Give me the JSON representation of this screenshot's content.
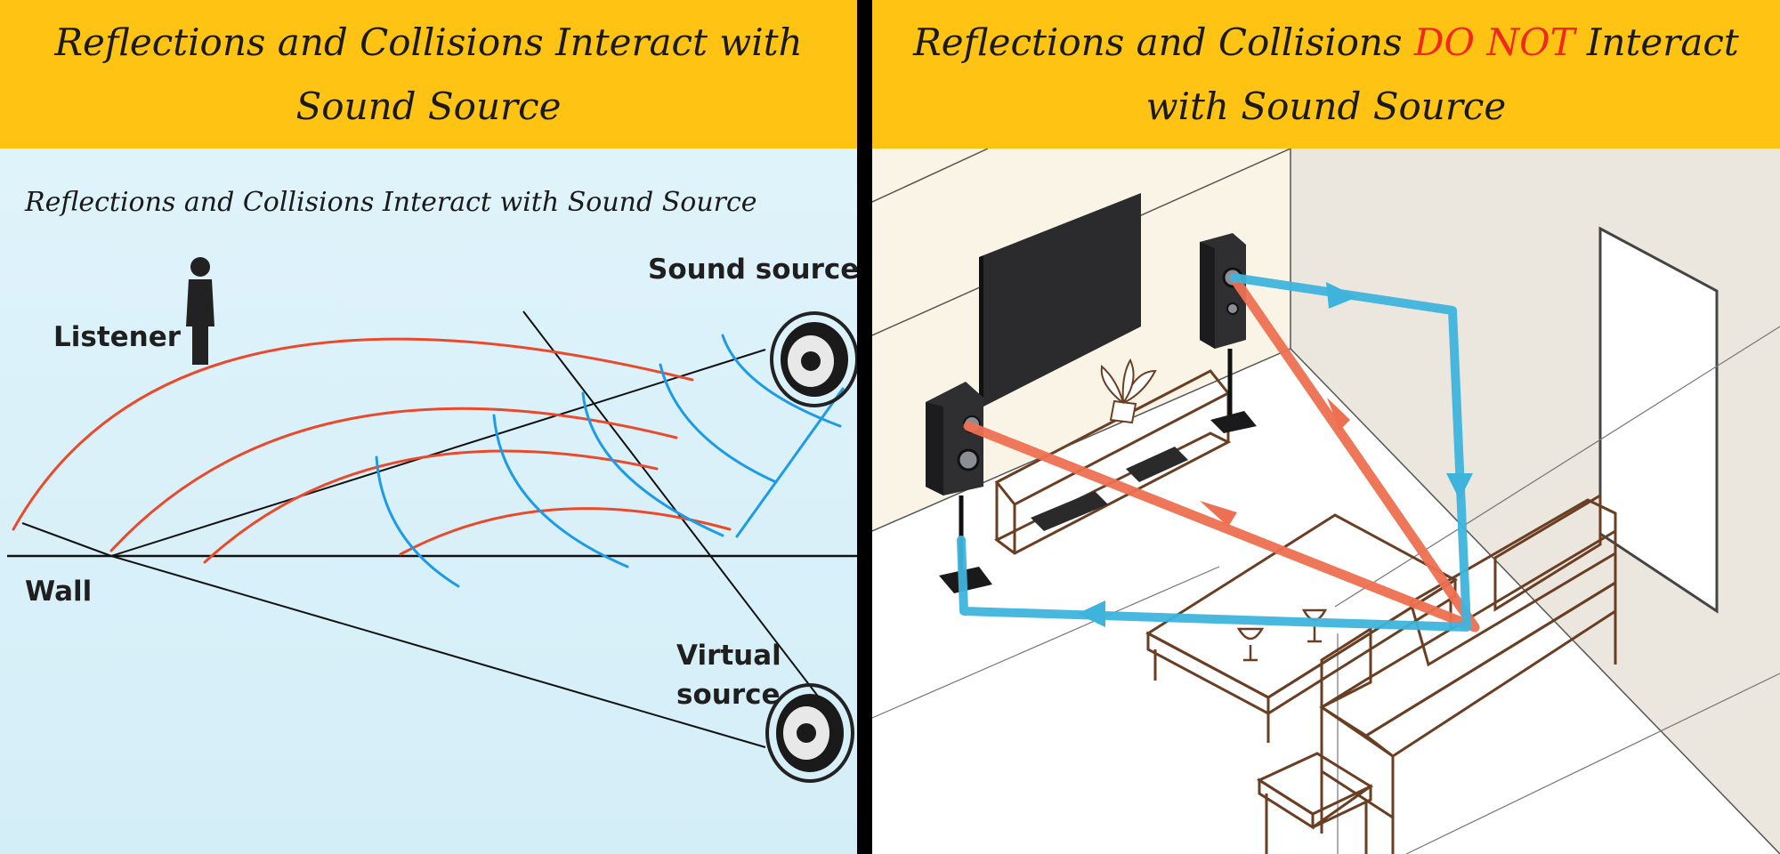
{
  "left": {
    "banner_title": "Reflections and Collisions Interact with Sound Source",
    "diagram_title": "Reflections and Collisions Interact with Sound Source",
    "labels": {
      "listener": "Listener",
      "sound_source": "Sound source",
      "wall": "Wall",
      "virtual_source": "Virtual source"
    }
  },
  "right": {
    "banner_title_before": "Reflections and Collisions",
    "banner_title_highlight": "DO NOT",
    "banner_title_after": "Interact with Sound Source"
  },
  "colors": {
    "banner": "#fec313",
    "highlight": "#f0281e",
    "direct_wave": "#ea4a2c",
    "reflected_wave": "#1d9be6",
    "blue_path": "#3eb4dc",
    "red_path": "#ee7052",
    "furniture_outline": "#6a3e22"
  }
}
